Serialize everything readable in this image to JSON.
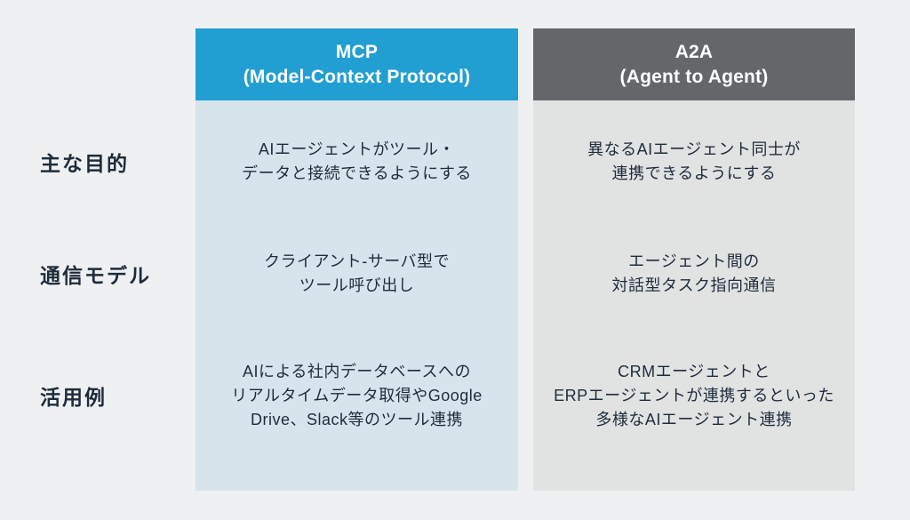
{
  "page": {
    "background_color": "#eff0f1",
    "text_color": "#1e2c3b"
  },
  "table": {
    "columns": [
      {
        "title": "MCP",
        "subtitle": "(Model-Context Protocol)",
        "header_color": "#229fd2",
        "body_color": "#d8e4ec",
        "header_text_color": "#ffffff"
      },
      {
        "title": "A2A",
        "subtitle": "(Agent to Agent)",
        "header_color": "#64676a",
        "body_color": "#e1e2e2",
        "header_text_color": "#ffffff"
      }
    ],
    "rows": [
      {
        "label": "主な目的",
        "mcp": "AIエージェントがツール・\nデータと接続できるようにする",
        "a2a": "異なるAIエージェント同士が\n連携できるようにする"
      },
      {
        "label": "通信モデル",
        "mcp": "クライアント-サーバ型で\nツール呼び出し",
        "a2a": "エージェント間の\n対話型タスク指向通信"
      },
      {
        "label": "活用例",
        "mcp": "AIによる社内データベースへの\nリアルタイムデータ取得やGoogle\nDrive、Slack等のツール連携",
        "a2a": "CRMエージェントと\nERPエージェントが連携するといった\n多様なAIエージェント連携"
      }
    ]
  }
}
